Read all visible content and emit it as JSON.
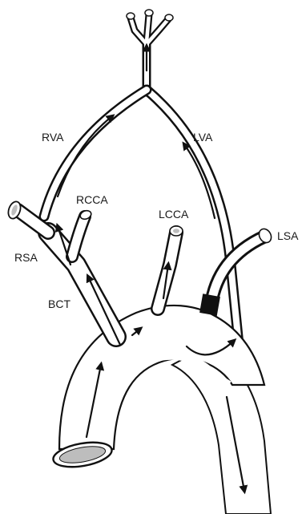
{
  "labels": {
    "rva": "RVA",
    "lva": "LVA",
    "rcca": "RCCA",
    "lcca": "LCCA",
    "rsa": "RSA",
    "lsa": "LSA",
    "bct": "BCT"
  },
  "colors": {
    "ink": "#111111",
    "vessel_fill": "#ffffff",
    "lumen": "#bdbdbd",
    "occlusion": "#111111"
  },
  "icons": {
    "flow_arrow": "arrowhead",
    "occlusion_marker": "black-band"
  }
}
